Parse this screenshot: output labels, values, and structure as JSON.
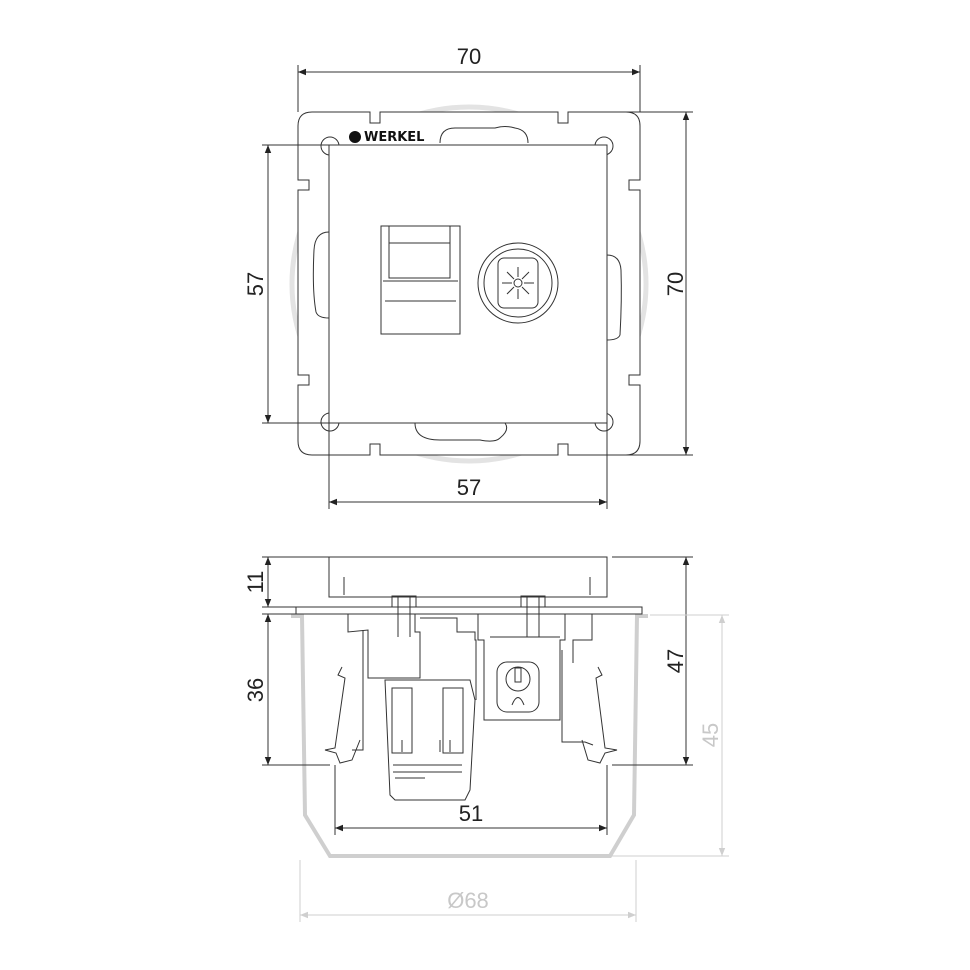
{
  "brand": {
    "logo_text": "WERKEL"
  },
  "front_view": {
    "frame_width_label": "70",
    "frame_height_label": "70",
    "plate_height_label": "57",
    "plate_width_label": "57",
    "sockets": [
      "rj45-socket",
      "coax-tv-socket"
    ]
  },
  "side_view": {
    "plate_depth_label": "11",
    "mechanism_depth_label": "36",
    "total_depth_label": "47",
    "mechanism_width_label": "51",
    "box_depth_label": "45",
    "box_diameter_label": "Ø68"
  },
  "colors": {
    "line": "#333333",
    "mounting_box": "#cfcfcf"
  }
}
